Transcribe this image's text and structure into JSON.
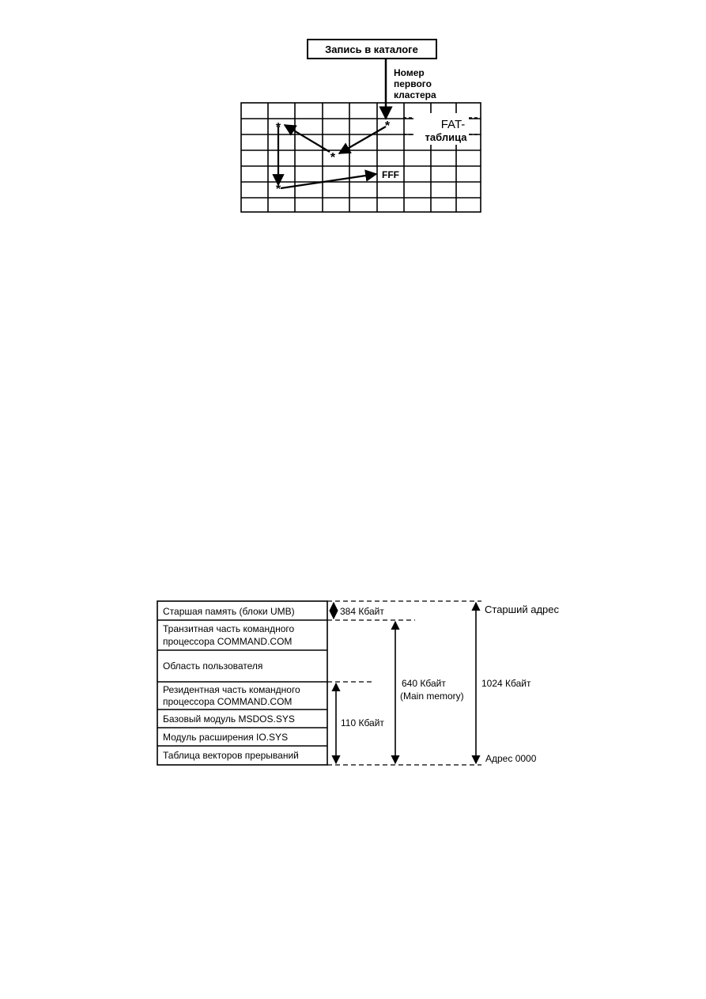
{
  "fat_diagram": {
    "directory_entry": "Запись в каталоге",
    "first_cluster_label": [
      "Номер",
      "первого",
      "кластера"
    ],
    "fat_label": [
      "FAT-",
      "таблица"
    ],
    "end_marker": "FFF",
    "chain_marker": "*"
  },
  "memory_map": {
    "blocks": [
      {
        "lines": [
          "Старшая память (блоки UMB)"
        ]
      },
      {
        "lines": [
          "Транзитная часть командного",
          "процессора COMMAND.COM"
        ]
      },
      {
        "lines": [
          "Область пользователя"
        ]
      },
      {
        "lines": [
          "Резидентная часть командного",
          "процессора COMMAND.COM"
        ]
      },
      {
        "lines": [
          "Базовый модуль MSDOS.SYS"
        ]
      },
      {
        "lines": [
          "Модуль расширения IO.SYS"
        ]
      },
      {
        "lines": [
          "Таблица векторов прерываний"
        ]
      }
    ],
    "size_384": "384 Кбайт",
    "size_640": [
      "640 Кбайт",
      "(Main memory)"
    ],
    "size_110": "110 Кбайт",
    "size_1024": "1024 Кбайт",
    "top_address": "Старший адрес",
    "bottom_address": "Адрес 0000"
  }
}
